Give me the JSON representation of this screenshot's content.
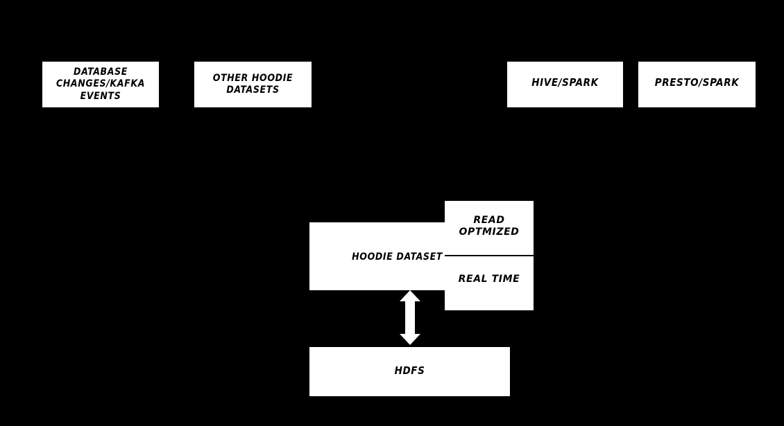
{
  "diagram": {
    "background_color": "#000000",
    "node_fill_color": "#ffffff",
    "node_text_color": "#000000",
    "sources": [
      {
        "id": "db-changes",
        "label": "DATABASE CHANGES/KAFKA EVENTS"
      },
      {
        "id": "other-hoodie",
        "label": "OTHER HOODIE DATASETS"
      }
    ],
    "engines": [
      {
        "id": "hive-spark",
        "label": "HIVE/SPARK"
      },
      {
        "id": "presto-spark",
        "label": "PRESTO/SPARK"
      }
    ],
    "dataset": {
      "label": "HOODIE DATASET"
    },
    "views": [
      {
        "id": "read-optimized",
        "label": "READ OPTMIZED"
      },
      {
        "id": "real-time",
        "label": "REAL TIME"
      }
    ],
    "storage": {
      "label": "HDFS"
    },
    "connectors": [
      {
        "id": "hoodie-hdfs",
        "icon": "double-headed-vertical-arrow",
        "from": "HOODIE DATASET",
        "to": "HDFS",
        "color": "#ffffff"
      }
    ]
  }
}
